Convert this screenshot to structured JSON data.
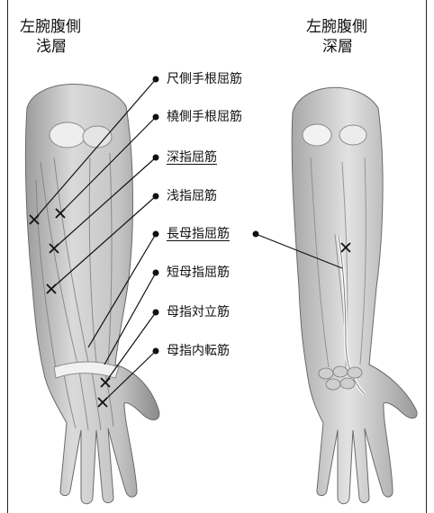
{
  "left_panel": {
    "title_line1": "左腕腹側",
    "title_line2": "浅層"
  },
  "right_panel": {
    "title_line1": "左腕腹側",
    "title_line2": "深層"
  },
  "muscles": [
    {
      "label": "尺側手根屈筋",
      "underlined": false
    },
    {
      "label": "橈側手根屈筋",
      "underlined": false
    },
    {
      "label": "深指屈筋",
      "underlined": true
    },
    {
      "label": "浅指屈筋",
      "underlined": false
    },
    {
      "label": "長母指屈筋",
      "underlined": true
    },
    {
      "label": "短母指屈筋",
      "underlined": false
    },
    {
      "label": "母指対立筋",
      "underlined": false
    },
    {
      "label": "母指内転筋",
      "underlined": false
    }
  ]
}
